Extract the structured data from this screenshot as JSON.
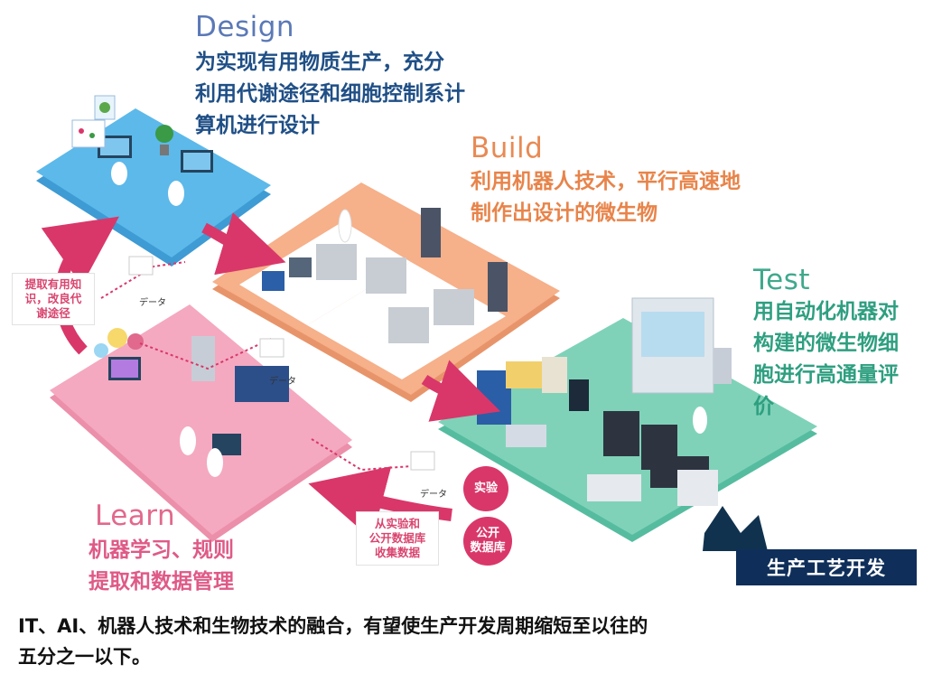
{
  "stages": {
    "design": {
      "title": "Design",
      "lines": [
        "为实现有用物质生产，充分",
        "利用代谢途径和细胞控制系计",
        "算机进行设计"
      ]
    },
    "build": {
      "title": "Build",
      "lines": [
        "利用机器人技术，平行高速地",
        "制作出设计的微生物"
      ]
    },
    "test": {
      "title": "Test",
      "lines": [
        "用自动化机器对",
        "构建的微生物细",
        "胞进行高通量评",
        "价"
      ]
    },
    "learn": {
      "title": "Learn",
      "lines": [
        "机器学习、规则",
        "提取和数据管理"
      ]
    }
  },
  "callouts": {
    "learn_knowledge": [
      "提取有用知",
      "识，改良代",
      "谢途径"
    ],
    "collect_data": [
      "从实验和",
      "公开数据库",
      "收集数据"
    ]
  },
  "circles": {
    "experiment": "实验",
    "public_db": [
      "公开",
      "数据库"
    ]
  },
  "data_tags": [
    "データ",
    "データ",
    "データ"
  ],
  "badge": "生产工艺开发",
  "footer": [
    "IT、AI、机器人技术和生物技术的融合，有望使生产开发周期缩短至以往的",
    "五分之一以下。"
  ],
  "colors": {
    "design_platform": "#5cb9ea",
    "build_platform": "#f6b08a",
    "test_platform": "#7fd2b8",
    "learn_platform": "#f4a9c0",
    "cycle_arrow": "#d9376a",
    "badge_bg": "#0f2f5a"
  }
}
